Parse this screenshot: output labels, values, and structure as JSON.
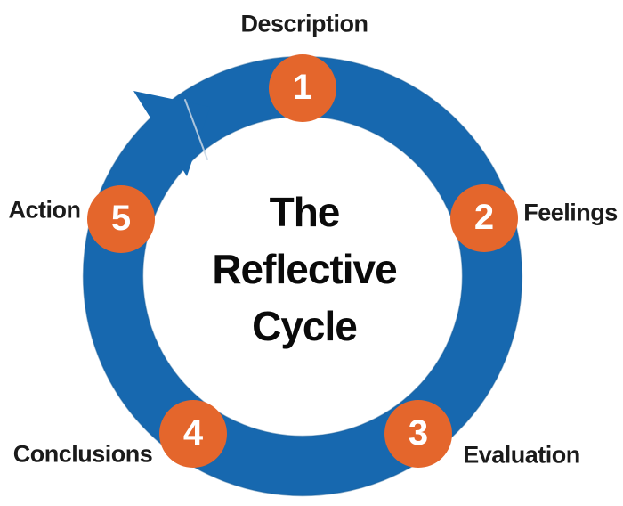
{
  "diagram": {
    "type": "cycle",
    "direction": "clockwise",
    "title_lines": [
      "The",
      "Reflective",
      "Cycle"
    ]
  },
  "steps": [
    {
      "number": "1",
      "label": "Description"
    },
    {
      "number": "2",
      "label": "Feelings"
    },
    {
      "number": "3",
      "label": "Evaluation"
    },
    {
      "number": "4",
      "label": "Conclusions"
    },
    {
      "number": "5",
      "label": "Action"
    }
  ],
  "colors": {
    "ring_blue": "#1768AF",
    "step_circle_orange": "#E4662C",
    "number_text": "#FFFFFF",
    "label_text": "#1B1B1B"
  }
}
